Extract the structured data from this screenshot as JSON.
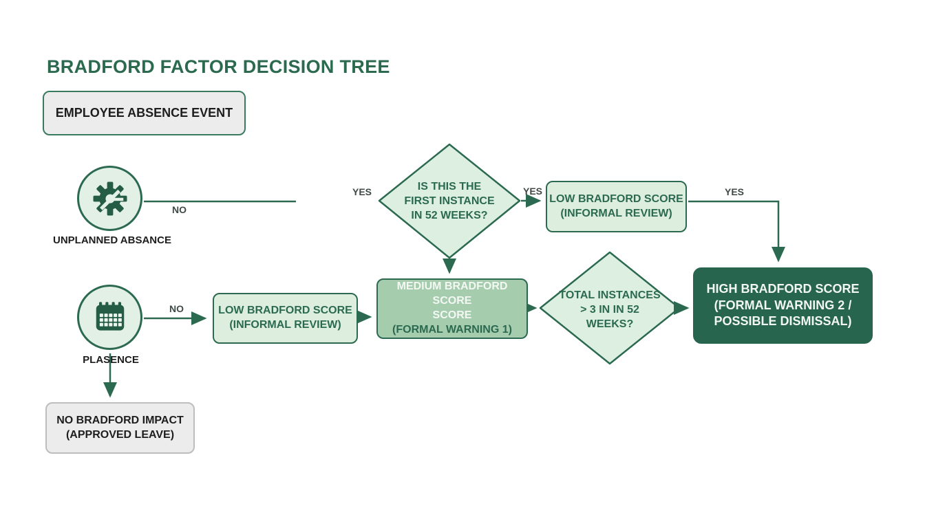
{
  "title": "BRADFORD FACTOR DECISION TREE",
  "colors": {
    "dark_green": "#2b6a50",
    "light_green_fill": "#ddeede",
    "circle_fill": "#e3f0e6",
    "medium_green_fill": "#a6ccae",
    "high_green_fill": "#27654f",
    "gray_fill": "#ececec",
    "gray_border": "#bdbdbd"
  },
  "nodes": {
    "absence_event": {
      "lines": [
        "EMPLOYEE ABSENCE EVENT"
      ]
    },
    "unplanned_absence": {
      "label": "UNPLANNED ABSANCE",
      "icon": "gear-icon"
    },
    "planned_absence": {
      "label": "PLASENCE",
      "icon": "calendar-icon"
    },
    "no_impact": {
      "lines": [
        "NO BRADFORD IMPACT",
        "(APPROVED LEAVE)"
      ]
    },
    "first_instance_decision": {
      "lines": [
        "IS THIS THE",
        "FIRST INSTANCE",
        "IN 52 WEEKS?"
      ]
    },
    "low_score_top": {
      "lines": [
        "LOW BRADFORD SCORE",
        "(INFORMAL REVIEW)"
      ]
    },
    "low_score_mid": {
      "lines": [
        "LOW BRADFORD SCORE",
        "(INFORMAL REVIEW)"
      ]
    },
    "medium_score": {
      "lines_white": [
        "MEDIUM BRADFORD SCORE",
        "SCORE"
      ],
      "lines_green": [
        "(FORMAL WARNING 1)"
      ]
    },
    "total_instances_decision": {
      "lines": [
        "TOTAL INSTANCES",
        "> 3 IN IN 52",
        "WEEKS?"
      ]
    },
    "high_score": {
      "lines": [
        "HIGH BRADFORD SCORE",
        "(FORMAL WARNING 2 /",
        "POSSIBLE DISMISSAL)"
      ]
    }
  },
  "edge_labels": {
    "unplanned_no": "NO",
    "first_instance_yes_left": "YES",
    "first_instance_yes_right": "YES",
    "low_top_yes": "YES",
    "planned_no": "NO"
  }
}
